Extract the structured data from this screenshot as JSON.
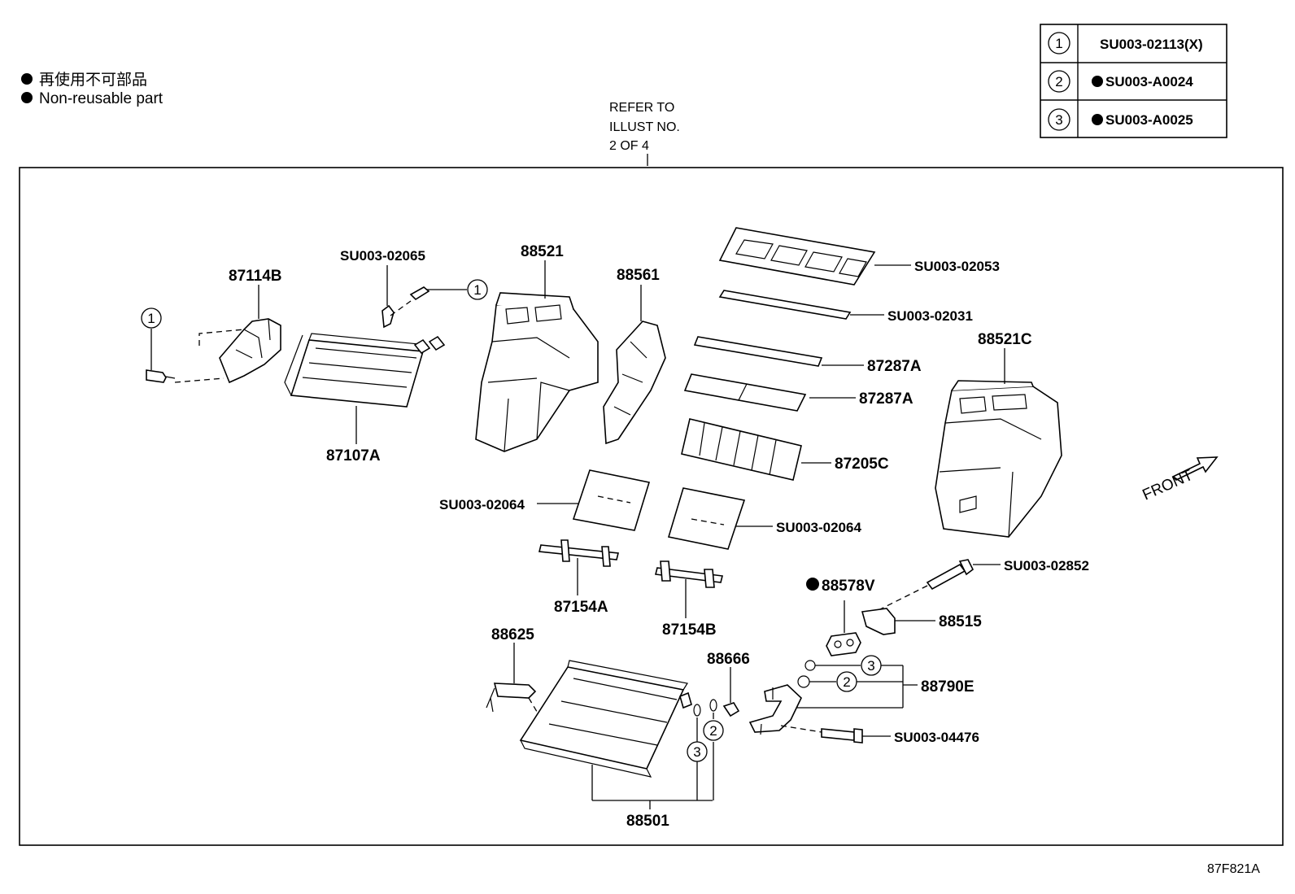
{
  "legend": {
    "non_reusable_jp": "再使用不可部品",
    "non_reusable_en": "Non-reusable part",
    "bullet": "●"
  },
  "refer_to": {
    "line1": "REFER TO",
    "line2": "ILLUST NO.",
    "line3": "2 OF 4"
  },
  "key_table": [
    {
      "num": "1",
      "part": "SU003-02113(X)",
      "non_reusable": false
    },
    {
      "num": "2",
      "part": "SU003-A0024",
      "non_reusable": true
    },
    {
      "num": "3",
      "part": "SU003-A0025",
      "non_reusable": true
    }
  ],
  "labels": {
    "p87114B": "87114B",
    "p87107A": "87107A",
    "pSU00302065": "SU003-02065",
    "p88521": "88521",
    "p88561": "88561",
    "pSU00302053": "SU003-02053",
    "pSU00302031": "SU003-02031",
    "p87287A_1": "87287A",
    "p87287A_2": "87287A",
    "p88521C": "88521C",
    "p87205C": "87205C",
    "pSU00302064_1": "SU003-02064",
    "pSU00302064_2": "SU003-02064",
    "p87154A": "87154A",
    "p87154B": "87154B",
    "p88578V": "88578V",
    "pSU00302852": "SU003-02852",
    "p88515": "88515",
    "p88625": "88625",
    "p88666": "88666",
    "p88790E": "88790E",
    "pSU00304476": "SU003-04476",
    "p88501": "88501"
  },
  "callouts": {
    "c1a": "1",
    "c1b": "1",
    "c3a": "3",
    "c2a": "2",
    "c2b": "2",
    "c3b": "3"
  },
  "front_label": "FRONT",
  "illustration_code": "87F821A"
}
